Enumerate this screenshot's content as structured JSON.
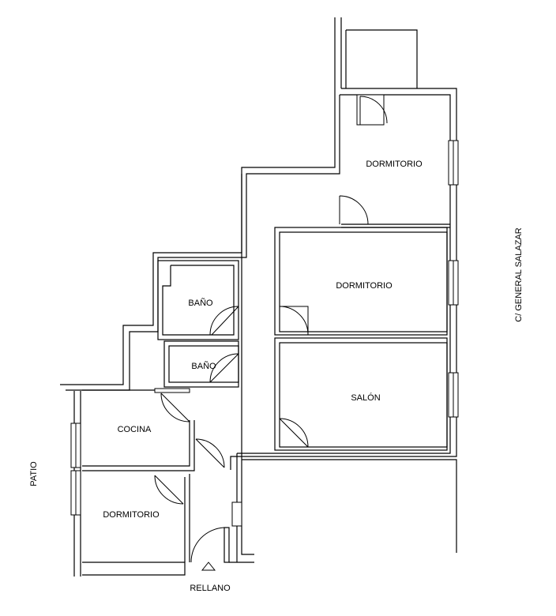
{
  "rooms": {
    "dormitorio_top": "DORMITORIO",
    "dormitorio_mid": "DORMITORIO",
    "bano_1": "BAÑO",
    "bano_2": "BAÑO",
    "salon": "SALÓN",
    "cocina": "COCINA",
    "dormitorio_bottom": "DORMITORIO"
  },
  "labels": {
    "street": "C/ GENERAL SALAZAR",
    "patio": "PATIO",
    "rellano": "RELLANO"
  }
}
